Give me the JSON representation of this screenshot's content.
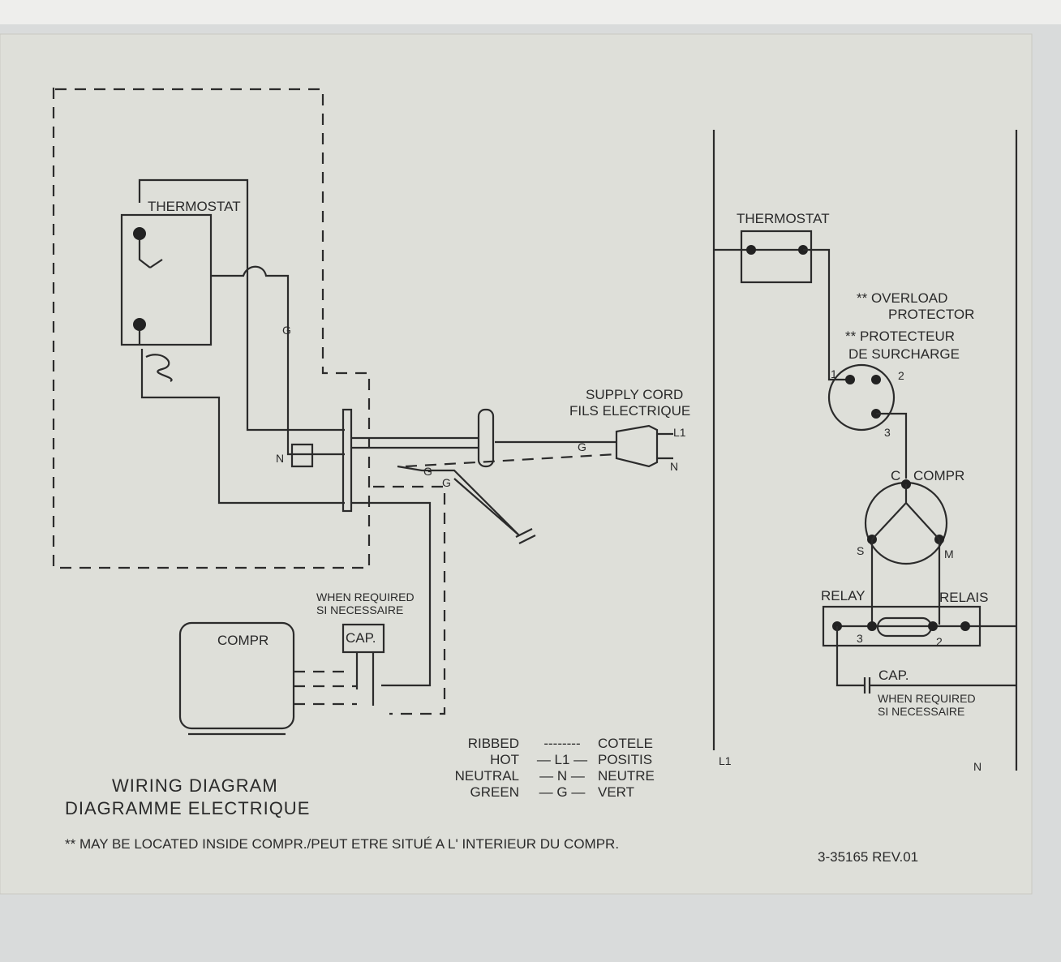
{
  "left_diagram": {
    "thermostat": "THERMOSTAT",
    "g1": "G",
    "g2": "G",
    "g3": "G",
    "g4": "G",
    "n": "N",
    "supply_cord": "SUPPLY CORD",
    "fils_electrique": "FILS ELECTRIQUE",
    "l1": "L1",
    "n_plug": "N",
    "when_required": "WHEN REQUIRED",
    "si_necessaire": "SI NECESSAIRE",
    "cap": "CAP.",
    "compr": "COMPR"
  },
  "legend": {
    "rows": [
      {
        "en": "RIBBED",
        "code": "--------",
        "fr": "COTELE"
      },
      {
        "en": "HOT",
        "code": "— L1 —",
        "fr": "POSITIS"
      },
      {
        "en": "NEUTRAL",
        "code": "— N —",
        "fr": "NEUTRE"
      },
      {
        "en": "GREEN",
        "code": "— G —",
        "fr": "VERT"
      }
    ]
  },
  "title": {
    "en": "WIRING DIAGRAM",
    "fr": "DIAGRAMME ELECTRIQUE"
  },
  "footnote": "** MAY BE LOCATED INSIDE COMPR./PEUT ETRE SITUÉ A L' INTERIEUR DU COMPR.",
  "part_number": "3-35165 REV.01",
  "schematic": {
    "thermostat": "THERMOSTAT",
    "overload_1": "** OVERLOAD",
    "overload_2": "PROTECTOR",
    "protecteur_1": "** PROTECTEUR",
    "protecteur_2": "DE SURCHARGE",
    "t1": "1",
    "t2": "2",
    "t3": "3",
    "c": "C",
    "compr": "COMPR",
    "s": "S",
    "m": "M",
    "relay": "RELAY",
    "relais": "RELAIS",
    "r3": "3",
    "r2": "2",
    "cap": "CAP.",
    "when_required": "WHEN REQUIRED",
    "si_necessaire": "SI NECESSAIRE",
    "l1": "L1",
    "n": "N"
  }
}
